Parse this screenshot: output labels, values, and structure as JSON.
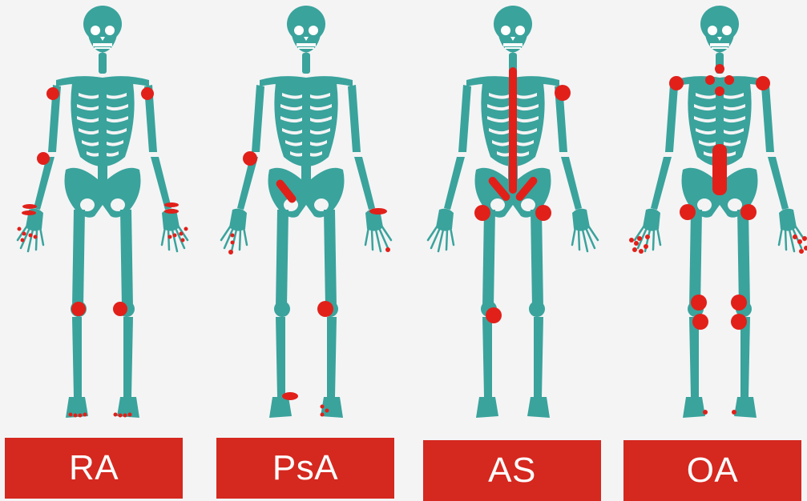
{
  "colors": {
    "bone": "#3aa39c",
    "joint": "#e1201a",
    "label_bg": "#d5281f",
    "label_text": "#ffffff",
    "background": "#f4f4f5"
  },
  "panels": [
    {
      "label": "RA"
    },
    {
      "label": "PsA"
    },
    {
      "label": "AS"
    },
    {
      "label": "OA"
    }
  ]
}
